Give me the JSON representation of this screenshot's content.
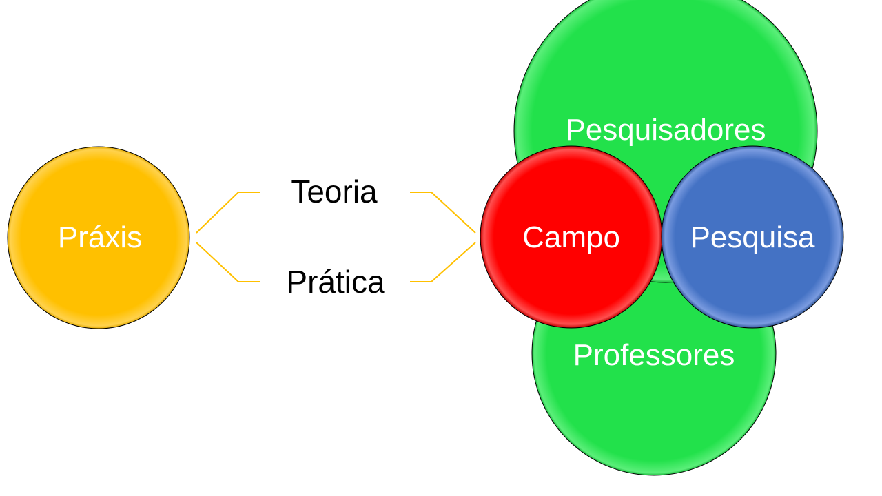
{
  "nodes": {
    "praxis": {
      "label": "Práxis",
      "color": "#FFC000"
    },
    "teoria": {
      "label": "Teoria"
    },
    "pratica": {
      "label": "Prática"
    },
    "pesquisadores": {
      "label": "Pesquisadores",
      "color": "#22E14B"
    },
    "professores": {
      "label": "Professores",
      "color": "#22E14B"
    },
    "campo": {
      "label": "Campo",
      "color": "#FF0000"
    },
    "pesquisa": {
      "label": "Pesquisa",
      "color": "#4472C4"
    }
  },
  "connector_color": "#FFC000"
}
